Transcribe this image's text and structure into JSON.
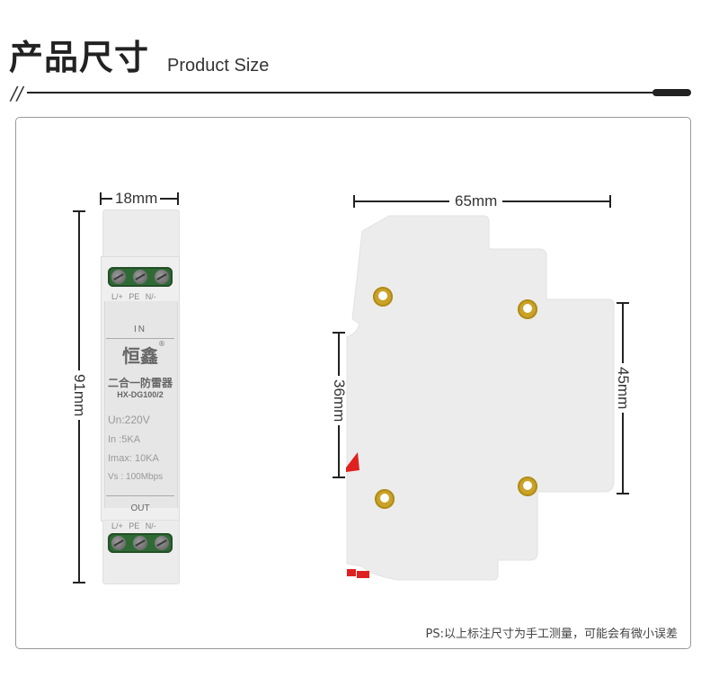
{
  "header": {
    "title_cn": "产品尺寸",
    "title_en": "Product Size",
    "divider_prefix": "//"
  },
  "front_view": {
    "width_label": "18mm",
    "height_label": "91mm",
    "terminal_labels_in": "L/+  PE  N/-",
    "terminal_labels_out": "L/+  PE  N/-",
    "in_label": "IN",
    "out_label": "OUT",
    "brand": "恒鑫",
    "registered_mark": "®",
    "product_name": "二合一防雷器",
    "model": "HX-DG100/2",
    "specs": [
      "Un:220V",
      "In :5KA",
      "Imax: 10KA",
      "Vs : 100Mbps"
    ]
  },
  "side_view": {
    "width_label": "65mm",
    "left_height_label": "36mm",
    "right_height_label": "45mm"
  },
  "colors": {
    "terminal_green": "#2f6a35",
    "hole_gold": "#c9a227",
    "clip_red": "#e02020",
    "body_gray": "#ececec"
  },
  "footnote": "PS:以上标注尺寸为手工测量，可能会有微小误差"
}
